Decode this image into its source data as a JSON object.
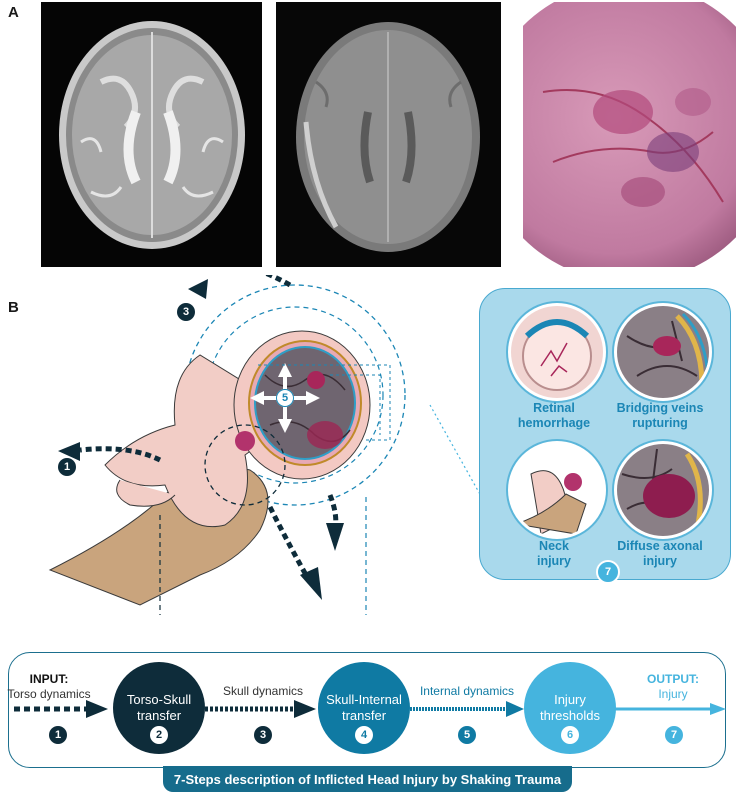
{
  "panel_a_label": "A",
  "panel_b_label": "B",
  "diagram_numbers": {
    "n1": "1",
    "n3": "3",
    "n5": "5",
    "n7": "7"
  },
  "insets": [
    {
      "label_line1": "Retinal",
      "label_line2": "hemorrhage"
    },
    {
      "label_line1": "Bridging veins",
      "label_line2": "rupturing"
    },
    {
      "label_line1": "Neck",
      "label_line2": "injury"
    },
    {
      "label_line1": "Diffuse axonal",
      "label_line2": "injury"
    }
  ],
  "flow": {
    "input_title": "INPUT:",
    "input_sub": "Torso dynamics",
    "step2_line1": "Torso-Skull",
    "step2_line2": "transfer",
    "skull_dynamics": "Skull dynamics",
    "step4_line1": "Skull-Internal",
    "step4_line2": "transfer",
    "internal_dynamics": "Internal dynamics",
    "step6_line1": "Injury",
    "step6_line2": "thresholds",
    "output_title": "OUTPUT:",
    "output_sub": "Injury",
    "numbers": [
      "1",
      "2",
      "3",
      "4",
      "5",
      "6",
      "7"
    ]
  },
  "banner": "7-Steps description of Inflicted Head Injury by Shaking Trauma",
  "colors": {
    "dark": "#0e2c3a",
    "mid": "#0f7aa3",
    "light": "#45b4de",
    "panel": "#a9d9ec"
  }
}
